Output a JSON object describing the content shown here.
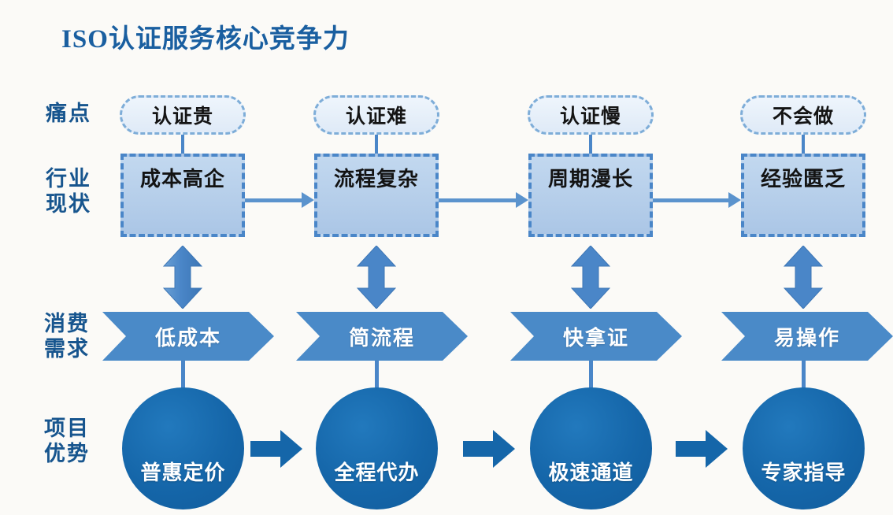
{
  "title": "ISO认证服务核心竞争力",
  "colors": {
    "background": "#fbfaf7",
    "title_blue": "#1a5fa0",
    "label_blue": "#17558e",
    "pill_border": "#7eadd8",
    "pill_fill": "#e6eff9",
    "box_border": "#4a86c8",
    "box_fill": "#b8cfe8",
    "chevron_fill": "#4a8ac8",
    "circle_fill": "#1566a9",
    "arrow_blue": "#5b93cd"
  },
  "rows": [
    {
      "key": "pain",
      "label_lines": [
        "痛点"
      ]
    },
    {
      "key": "status",
      "label_lines": [
        "行业",
        "现状"
      ]
    },
    {
      "key": "demand",
      "label_lines": [
        "消费",
        "需求"
      ]
    },
    {
      "key": "advantage",
      "label_lines": [
        "项目",
        "优势"
      ]
    }
  ],
  "columns": [
    {
      "pain_point": "认证贵",
      "industry_status": "成本高企",
      "consumer_demand": "低成本",
      "project_advantage": "普惠定价"
    },
    {
      "pain_point": "认证难",
      "industry_status": "流程复杂",
      "consumer_demand": "简流程",
      "project_advantage": "全程代办"
    },
    {
      "pain_point": "认证慢",
      "industry_status": "周期漫长",
      "consumer_demand": "快拿证",
      "project_advantage": "极速通道"
    },
    {
      "pain_point": "不会做",
      "industry_status": "经验匮乏",
      "consumer_demand": "易操作",
      "project_advantage": "专家指导"
    }
  ]
}
